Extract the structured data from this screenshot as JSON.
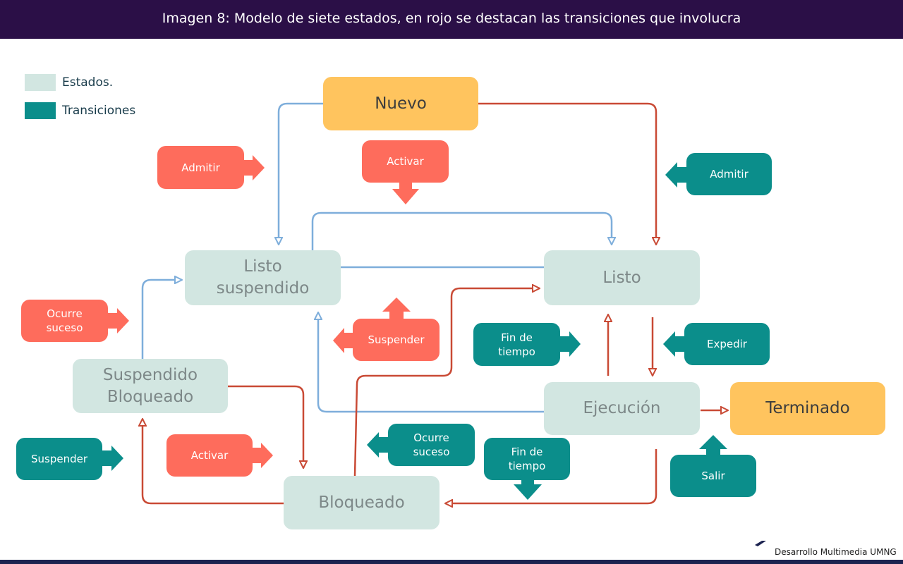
{
  "header": {
    "title": "Imagen 8: Modelo de siete estados, en rojo se destacan las transiciones que involucra"
  },
  "legend": {
    "states_label": "Estados.",
    "transitions_label": "Transiciones"
  },
  "states": {
    "nuevo": "Nuevo",
    "listo_suspendido": "Listo\nsuspendido",
    "listo": "Listo",
    "suspendido_bloqueado": "Suspendido\nBloqueado",
    "ejecucion": "Ejecución",
    "terminado": "Terminado",
    "bloqueado": "Bloqueado"
  },
  "transitions": {
    "admitir_left": "Admitir",
    "activar_top": "Activar",
    "admitir_right": "Admitir",
    "ocurre_suceso_left": "Ocurre\nsuceso",
    "suspender_center": "Suspender",
    "fin_de_tiempo_upper": "Fin de\ntiempo",
    "expedir": "Expedir",
    "suspender_left": "Suspender",
    "activar_bottom": "Activar",
    "ocurre_suceso_bottom": "Ocurre\nsuceso",
    "fin_de_tiempo_lower": "Fin de\ntiempo",
    "salir": "Salir"
  },
  "footer": {
    "text": "Desarrollo Multimedia UMNG"
  },
  "colors": {
    "header_bg": "#2b0f47",
    "state_fill": "#d2e6e1",
    "special_state_fill": "#ffc45e",
    "highlighted_transition": "#fe6c5c",
    "transition": "#0b8e8b",
    "red_edge": "#c94a35",
    "blue_edge": "#7eaedb"
  }
}
